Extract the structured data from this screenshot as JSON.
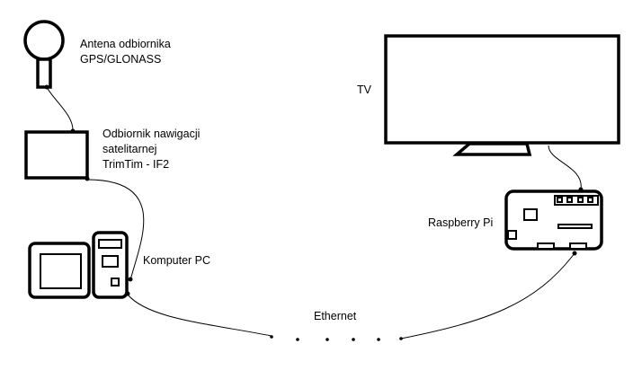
{
  "labels": {
    "antenna_line1": "Antena odbiornika",
    "antenna_line2": "GPS/GLONASS",
    "receiver_line1": "Odbiornik nawigacji",
    "receiver_line2": "satelitarnej",
    "receiver_line3": "TrimTim - IF2",
    "pc": "Komputer PC",
    "ethernet": "Ethernet",
    "tv": "TV",
    "raspberry": "Raspberry Pi"
  }
}
